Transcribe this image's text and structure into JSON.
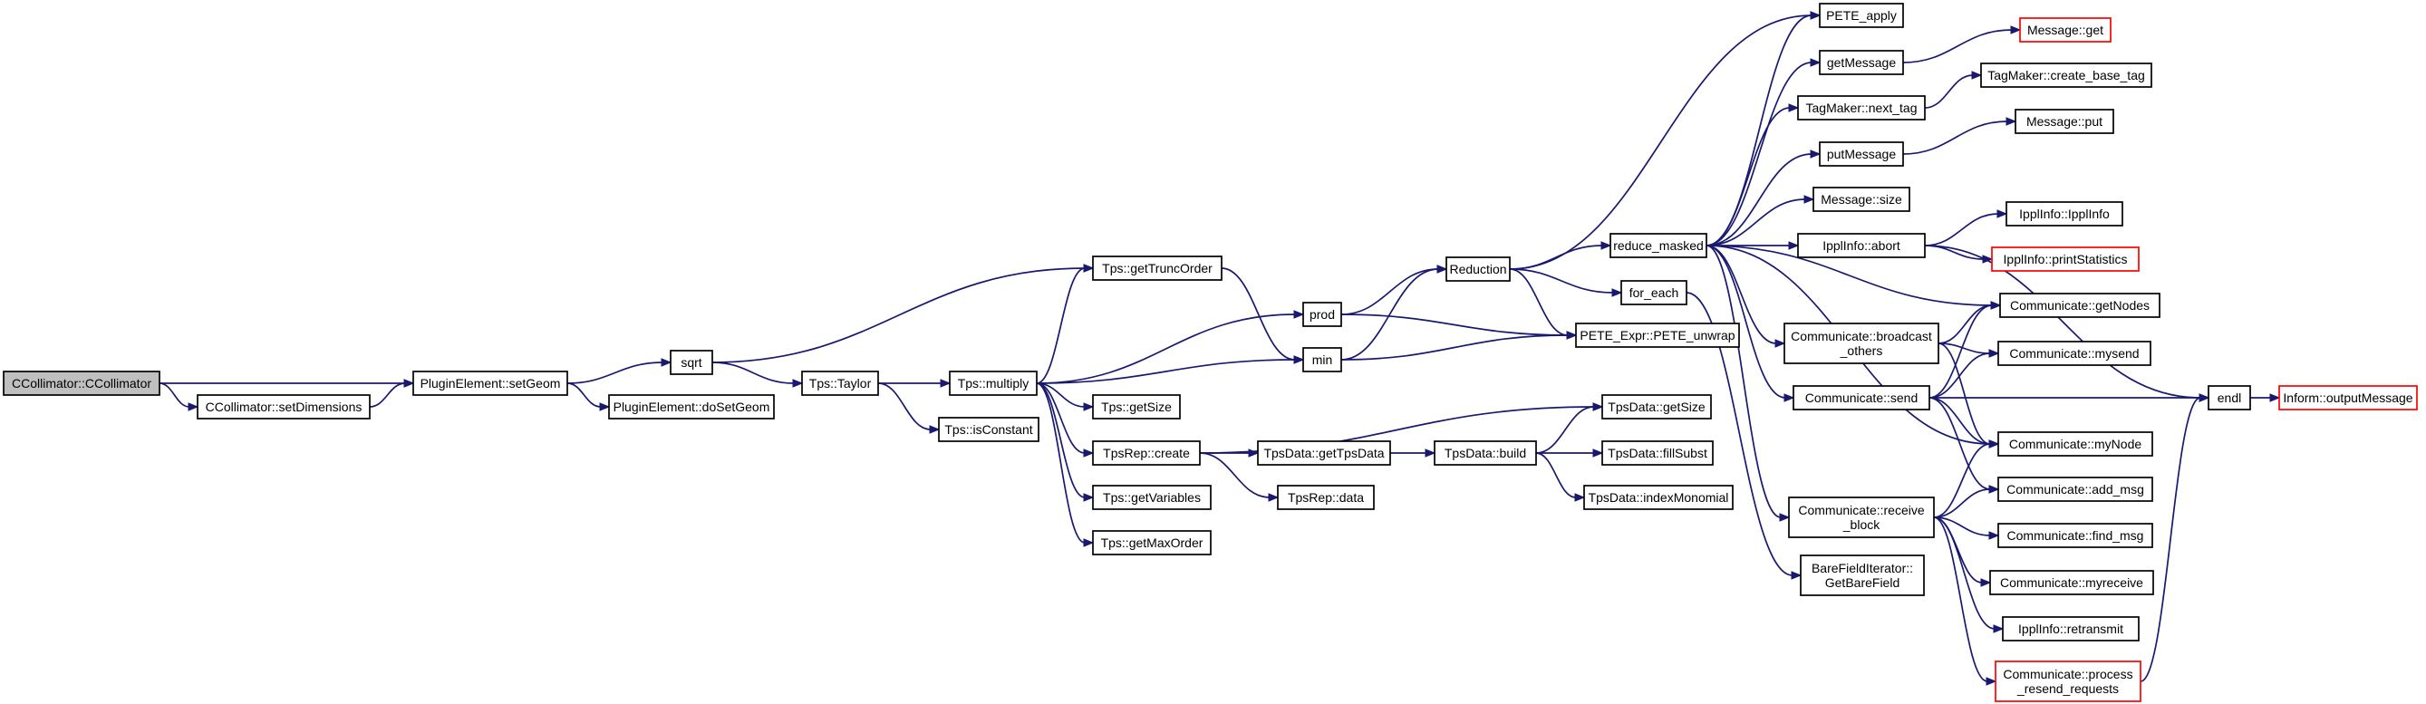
{
  "colors": {
    "edge": "#191970",
    "node_border": "#000000",
    "truncated_border": "#ff0000",
    "root_fill": "#bfbfbf",
    "node_fill": "#ffffff"
  },
  "nodes": [
    {
      "id": "ccol",
      "lines": [
        "CCollimator::CCollimator"
      ],
      "root": true
    },
    {
      "id": "setdim",
      "lines": [
        "CCollimator::setDimensions"
      ]
    },
    {
      "id": "setgeom",
      "lines": [
        "PluginElement::setGeom"
      ]
    },
    {
      "id": "dosetgeom",
      "lines": [
        "PluginElement::doSetGeom"
      ]
    },
    {
      "id": "sqrt",
      "lines": [
        "sqrt"
      ]
    },
    {
      "id": "taylor",
      "lines": [
        "Tps::Taylor"
      ]
    },
    {
      "id": "isconst",
      "lines": [
        "Tps::isConstant"
      ]
    },
    {
      "id": "gettrunc",
      "lines": [
        "Tps::getTruncOrder"
      ]
    },
    {
      "id": "multiply",
      "lines": [
        "Tps::multiply"
      ]
    },
    {
      "id": "getsize",
      "lines": [
        "Tps::getSize"
      ]
    },
    {
      "id": "create",
      "lines": [
        "TpsRep::create"
      ]
    },
    {
      "id": "getvars",
      "lines": [
        "Tps::getVariables"
      ]
    },
    {
      "id": "getmaxorder",
      "lines": [
        "Tps::getMaxOrder"
      ]
    },
    {
      "id": "prod",
      "lines": [
        "prod"
      ]
    },
    {
      "id": "min",
      "lines": [
        "min"
      ]
    },
    {
      "id": "reduction",
      "lines": [
        "Reduction"
      ]
    },
    {
      "id": "unwrap",
      "lines": [
        "PETE_Expr::PETE_unwrap"
      ]
    },
    {
      "id": "tdgettps",
      "lines": [
        "TpsData::getTpsData"
      ]
    },
    {
      "id": "repdata",
      "lines": [
        "TpsRep::data"
      ]
    },
    {
      "id": "tdbuild",
      "lines": [
        "TpsData::build"
      ]
    },
    {
      "id": "tdgetsize",
      "lines": [
        "TpsData::getSize"
      ]
    },
    {
      "id": "tdfill",
      "lines": [
        "TpsData::fillSubst"
      ]
    },
    {
      "id": "tdindex",
      "lines": [
        "TpsData::indexMonomial"
      ]
    },
    {
      "id": "reduce",
      "lines": [
        "reduce_masked"
      ]
    },
    {
      "id": "foreach",
      "lines": [
        "for_each"
      ]
    },
    {
      "id": "peteapply",
      "lines": [
        "PETE_apply"
      ]
    },
    {
      "id": "getmsg",
      "lines": [
        "getMessage"
      ]
    },
    {
      "id": "nexttag",
      "lines": [
        "TagMaker::next_tag"
      ]
    },
    {
      "id": "putmsg",
      "lines": [
        "putMessage"
      ]
    },
    {
      "id": "msgsize",
      "lines": [
        "Message::size"
      ]
    },
    {
      "id": "abort",
      "lines": [
        "IpplInfo::abort"
      ]
    },
    {
      "id": "bcast",
      "lines": [
        "Communicate::broadcast",
        "_others"
      ]
    },
    {
      "id": "send",
      "lines": [
        "Communicate::send"
      ]
    },
    {
      "id": "recvblock",
      "lines": [
        "Communicate::receive",
        "_block"
      ]
    },
    {
      "id": "barefield",
      "lines": [
        "BareFieldIterator::",
        "GetBareField"
      ]
    },
    {
      "id": "msgget",
      "lines": [
        "Message::get"
      ],
      "truncated": true
    },
    {
      "id": "basetag",
      "lines": [
        "TagMaker::create_base_tag"
      ]
    },
    {
      "id": "msgput",
      "lines": [
        "Message::put"
      ]
    },
    {
      "id": "ipplinfo",
      "lines": [
        "IpplInfo::IpplInfo"
      ]
    },
    {
      "id": "printstats",
      "lines": [
        "IpplInfo::printStatistics"
      ],
      "truncated": true
    },
    {
      "id": "getnodes",
      "lines": [
        "Communicate::getNodes"
      ]
    },
    {
      "id": "mysend",
      "lines": [
        "Communicate::mysend"
      ]
    },
    {
      "id": "mynode",
      "lines": [
        "Communicate::myNode"
      ]
    },
    {
      "id": "addmsg",
      "lines": [
        "Communicate::add_msg"
      ]
    },
    {
      "id": "findmsg",
      "lines": [
        "Communicate::find_msg"
      ]
    },
    {
      "id": "myreceive",
      "lines": [
        "Communicate::myreceive"
      ]
    },
    {
      "id": "retransmit",
      "lines": [
        "IpplInfo::retransmit"
      ]
    },
    {
      "id": "processresend",
      "lines": [
        "Communicate::process",
        "_resend_requests"
      ],
      "truncated": true
    },
    {
      "id": "endl",
      "lines": [
        "endl"
      ]
    },
    {
      "id": "outmsg",
      "lines": [
        "Inform::outputMessage"
      ],
      "truncated": true
    }
  ],
  "edges": [
    [
      "ccol",
      "setgeom"
    ],
    [
      "ccol",
      "setdim"
    ],
    [
      "setdim",
      "setgeom"
    ],
    [
      "setgeom",
      "sqrt"
    ],
    [
      "setgeom",
      "dosetgeom"
    ],
    [
      "sqrt",
      "gettrunc"
    ],
    [
      "sqrt",
      "taylor"
    ],
    [
      "taylor",
      "multiply"
    ],
    [
      "taylor",
      "isconst"
    ],
    [
      "multiply",
      "gettrunc"
    ],
    [
      "multiply",
      "prod"
    ],
    [
      "multiply",
      "min"
    ],
    [
      "multiply",
      "getsize"
    ],
    [
      "multiply",
      "create"
    ],
    [
      "multiply",
      "getvars"
    ],
    [
      "multiply",
      "getmaxorder"
    ],
    [
      "gettrunc",
      "min"
    ],
    [
      "prod",
      "reduction"
    ],
    [
      "prod",
      "unwrap"
    ],
    [
      "min",
      "reduction"
    ],
    [
      "min",
      "unwrap"
    ],
    [
      "create",
      "tdgetsize"
    ],
    [
      "create",
      "tdgettps"
    ],
    [
      "create",
      "repdata"
    ],
    [
      "tdgettps",
      "tdbuild"
    ],
    [
      "tdbuild",
      "tdgetsize"
    ],
    [
      "tdbuild",
      "tdfill"
    ],
    [
      "tdbuild",
      "tdindex"
    ],
    [
      "reduction",
      "peteapply"
    ],
    [
      "reduction",
      "reduce"
    ],
    [
      "reduction",
      "foreach"
    ],
    [
      "reduction",
      "unwrap"
    ],
    [
      "foreach",
      "barefield"
    ],
    [
      "reduce",
      "peteapply"
    ],
    [
      "reduce",
      "getmsg"
    ],
    [
      "reduce",
      "nexttag"
    ],
    [
      "reduce",
      "putmsg"
    ],
    [
      "reduce",
      "msgsize"
    ],
    [
      "reduce",
      "abort"
    ],
    [
      "reduce",
      "getnodes"
    ],
    [
      "reduce",
      "bcast"
    ],
    [
      "reduce",
      "send"
    ],
    [
      "reduce",
      "mynode"
    ],
    [
      "reduce",
      "recvblock"
    ],
    [
      "getmsg",
      "msgget"
    ],
    [
      "nexttag",
      "basetag"
    ],
    [
      "putmsg",
      "msgput"
    ],
    [
      "abort",
      "endl"
    ],
    [
      "abort",
      "ipplinfo"
    ],
    [
      "abort",
      "printstats"
    ],
    [
      "bcast",
      "getnodes"
    ],
    [
      "bcast",
      "mysend"
    ],
    [
      "bcast",
      "mynode"
    ],
    [
      "send",
      "getnodes"
    ],
    [
      "send",
      "mysend"
    ],
    [
      "send",
      "mynode"
    ],
    [
      "send",
      "addmsg"
    ],
    [
      "send",
      "endl"
    ],
    [
      "recvblock",
      "mynode"
    ],
    [
      "recvblock",
      "addmsg"
    ],
    [
      "recvblock",
      "findmsg"
    ],
    [
      "recvblock",
      "myreceive"
    ],
    [
      "recvblock",
      "retransmit"
    ],
    [
      "recvblock",
      "processresend"
    ],
    [
      "processresend",
      "endl"
    ],
    [
      "endl",
      "outmsg"
    ]
  ]
}
